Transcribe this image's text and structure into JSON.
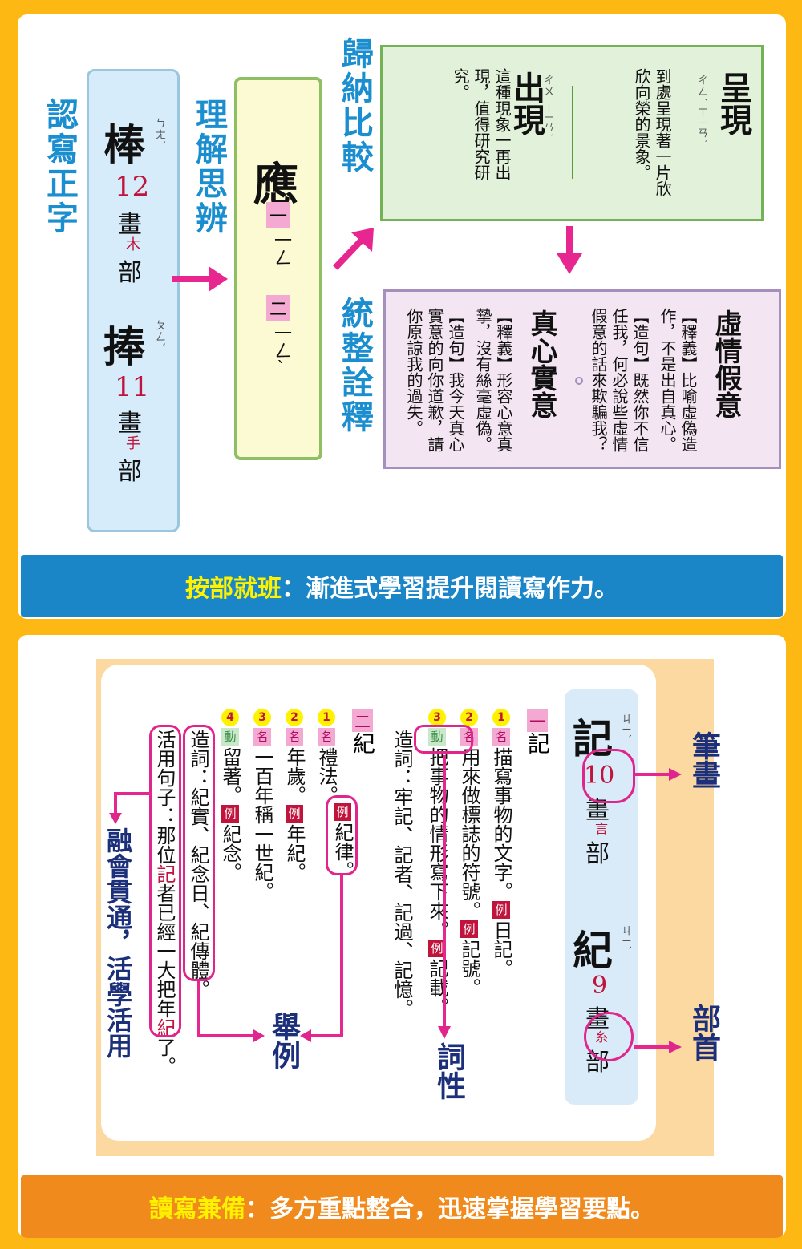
{
  "panel1": {
    "headings": {
      "recognize": "認寫正字",
      "understand": "理解思辨",
      "induce": "歸納比較",
      "integrate": "統整詮釋"
    },
    "char1": {
      "char": "棒",
      "zhuyin": "ㄅㄤˋ",
      "strokes": "12",
      "hua": "畫",
      "radical": "木",
      "bu": "部"
    },
    "char2": {
      "char": "捧",
      "zhuyin": "ㄆㄥˇ",
      "strokes": "11",
      "hua": "畫",
      "radical": "手",
      "bu": "部"
    },
    "poly": {
      "char": "應",
      "sec1": "一",
      "r1": "一ㄥ",
      "sec2": "二",
      "r2": "一ㄥˋ"
    },
    "green": {
      "w1": "呈現",
      "w1_zy": "ㄔㄥˊ ㄒㄧㄢˋ",
      "w1_text": "到處呈現著一片欣欣向榮的景象。",
      "w2": "出現",
      "w2_zy": "ㄔㄨ ㄒㄧㄢˋ",
      "w2_text": "這種現象一再出現，值得研究研究。"
    },
    "pink": {
      "w1": "虛情假意",
      "w1_expl": "【釋義】比喻虛偽造作，不是出自真心。",
      "w1_ex": "【造句】既然你不信任我，何必說些虛情假意的話來欺騙我？",
      "w2": "真心實意",
      "w2_expl": "【釋義】形容心意真摯，沒有絲毫虛偽。",
      "w2_ex": "【造句】我今天真心實意的向你道歉，請你原諒我的過失。"
    },
    "banner": {
      "highlight": "按部就班",
      "text": "：漸進式學習提升閱讀寫作力。"
    }
  },
  "panel2": {
    "side": {
      "c1": "記",
      "c1_zy": "ㄐㄧˋ",
      "c1_strokes": "10",
      "c1_hua": "畫",
      "c1_radical": "言",
      "c1_bu": "部",
      "c2": "紀",
      "c2_zy": "ㄐㄧˋ",
      "c2_strokes": "9",
      "c2_hua": "畫",
      "c2_radical": "糸",
      "c2_bu": "部"
    },
    "entry1": {
      "sec": "一",
      "char": "記",
      "items": [
        {
          "n": "1",
          "tag": "名",
          "text": "描寫事物的文字。",
          "ex": "日記。"
        },
        {
          "n": "2",
          "tag": "名",
          "text": "用來做標誌的符號。",
          "ex": "記號。"
        },
        {
          "n": "3",
          "tag": "動",
          "text": "把事物的情形寫下來。",
          "ex": "記載。"
        }
      ],
      "words": "造詞：牢記、記者、記過、記憶。"
    },
    "entry2": {
      "sec": "二",
      "char": "紀",
      "items": [
        {
          "n": "1",
          "tag": "名",
          "text": "禮法。",
          "ex": "紀律。"
        },
        {
          "n": "2",
          "tag": "名",
          "text": "年歲。",
          "ex": "年紀。"
        },
        {
          "n": "3",
          "tag": "名",
          "text": "一百年稱一世紀。",
          "ex": ""
        },
        {
          "n": "4",
          "tag": "動",
          "text": "留著。",
          "ex": "紀念。"
        }
      ],
      "words": "造詞：紀實、紀念日、紀傳體。",
      "sentence_pre": "活用句子：那位",
      "sentence_hl1": "記",
      "sentence_mid": "者已經一大把年",
      "sentence_hl2": "紀",
      "sentence_post": "了。"
    },
    "ex_tag": "例",
    "labels": {
      "strokes": "筆畫",
      "radical": "部首",
      "pos": "詞性",
      "example": "舉例",
      "apply": "融會貫通，活學活用"
    },
    "banner": {
      "highlight": "讀寫兼備",
      "text": "：多方重點整合，迅速掌握學習要點。"
    }
  },
  "colors": {
    "background": "#fdb813",
    "blue_banner": "#1a86c8",
    "orange_banner": "#f08a1c",
    "heading_blue": "#1b8ed0",
    "magenta": "#e0258c",
    "navy": "#1c2f7a"
  }
}
